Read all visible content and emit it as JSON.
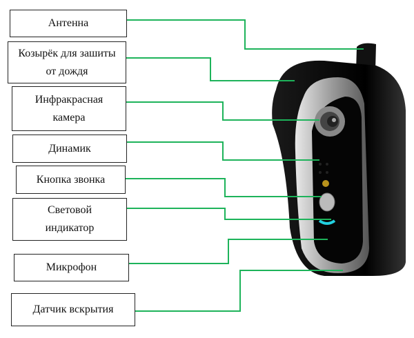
{
  "title": "Wireless video doorbell components",
  "line_color": "#1db35a",
  "labels": [
    {
      "id": "antenna",
      "text": "Антенна"
    },
    {
      "id": "rain-visor",
      "text": "Козырёк для зашиты от дождя"
    },
    {
      "id": "ir-camera",
      "text": "Инфракрасная камера"
    },
    {
      "id": "speaker",
      "text": "Динамик"
    },
    {
      "id": "call-button",
      "text": "Кнопка звонка"
    },
    {
      "id": "light-indicator",
      "text": "Световой индикатор"
    },
    {
      "id": "microphone",
      "text": "Микрофон"
    },
    {
      "id": "tamper-sensor",
      "text": "Датчик вскрытия"
    }
  ]
}
